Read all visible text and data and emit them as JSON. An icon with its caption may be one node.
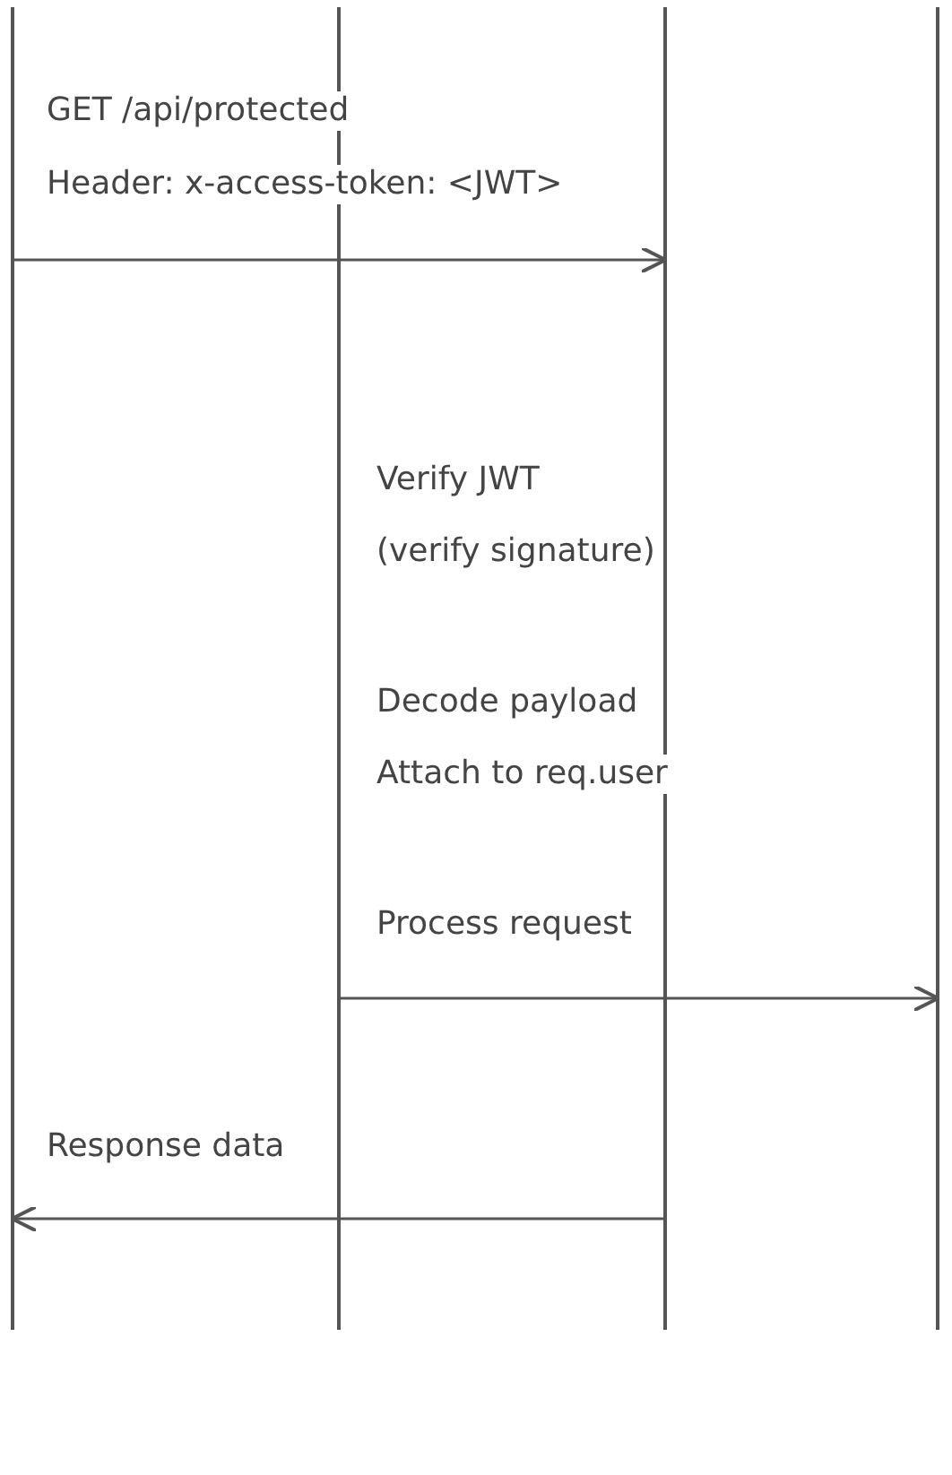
{
  "diagram": {
    "nodes": [
      {
        "text": [],
        "shape": "bar"
      },
      {
        "text": [],
        "shape": "bar"
      },
      {
        "text": [],
        "shape": "bar"
      },
      {
        "text": [],
        "shape": "bar"
      }
    ],
    "edges": [
      {
        "from": 0,
        "to": 2,
        "arrow": "to"
      },
      {
        "from": 1,
        "to": 3,
        "arrow": "to"
      },
      {
        "from": 2,
        "to": 0,
        "arrow": "to"
      }
    ],
    "labels": [
      "GET /api/protected",
      "Header: x-access-token: <JWT>",
      "Verify JWT",
      "(verify signature)",
      "Decode payload",
      "Attach to req.user",
      "Process request",
      "Response data"
    ]
  }
}
